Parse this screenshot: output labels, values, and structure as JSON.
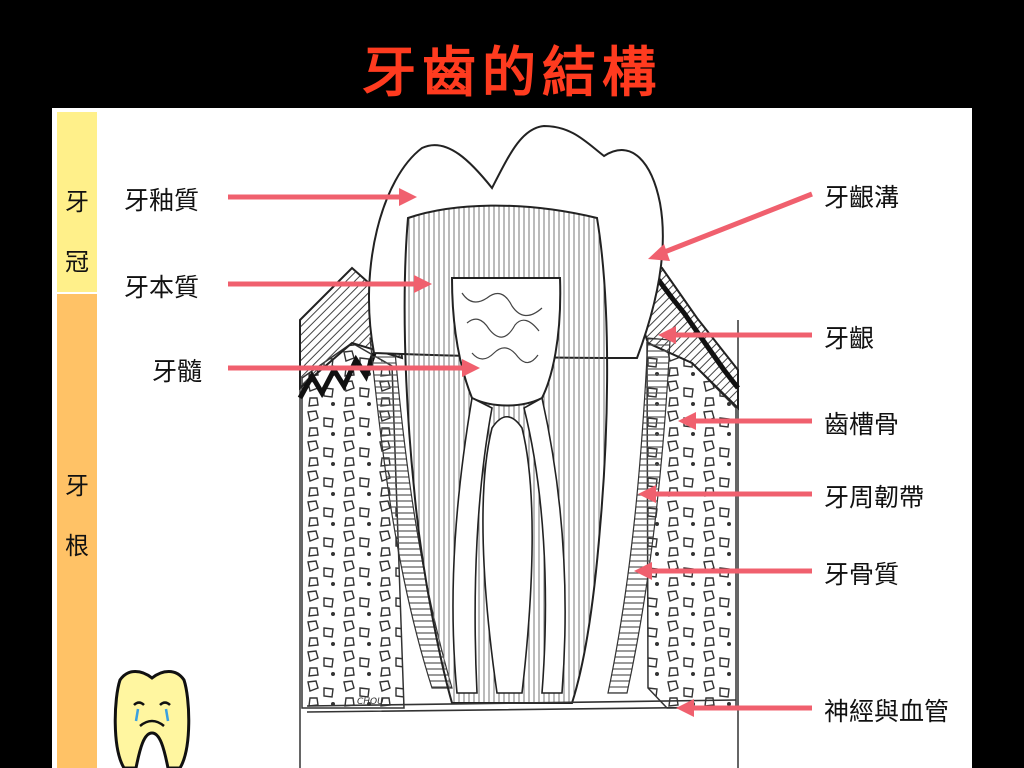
{
  "title": "牙齒的結構",
  "colors": {
    "title": "#FF3B1F",
    "crown_band": "#FFF08A",
    "root_band": "#FFC266",
    "arrow": "#F0606E",
    "ink": "#222222"
  },
  "side_bands": {
    "crown": [
      "牙",
      "冠"
    ],
    "root": [
      "牙",
      "根"
    ]
  },
  "labels_left": [
    "牙釉質",
    "牙本質",
    "牙髓"
  ],
  "labels_right": [
    "牙齦溝",
    "牙齦",
    "齒槽骨",
    "牙周韌帶",
    "牙骨質",
    "神經與血管"
  ],
  "signature": "CHOU",
  "icon": "crying-tooth-icon"
}
